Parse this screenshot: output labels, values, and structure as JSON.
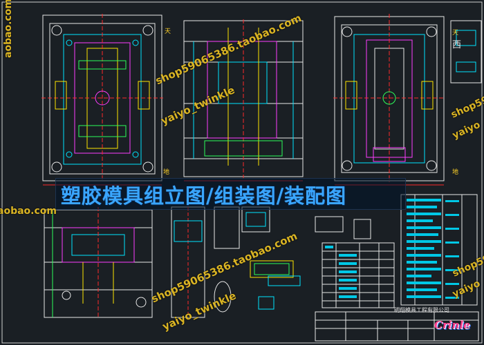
{
  "banner": {
    "title": "塑胶模具组立图/组装图/装配图"
  },
  "watermarks": {
    "w1": "shop59065386.taobao.com",
    "w2": "yaiyo_twinkle",
    "w3": "shop59065386.taobao.com",
    "w4": "yaiyo_twinkle",
    "w5": "aobao.com",
    "w6": "aobao.com",
    "w7": "shop59",
    "w8": "yaiyo",
    "w9": "shop59",
    "w10": "yaiyo"
  },
  "cad_labels": {
    "tian_left": "天",
    "di_left": "地",
    "tian_right": "天",
    "xi_right": "西",
    "di_right": "地"
  },
  "title_block": {
    "company": "明翔模具工程有限公司"
  },
  "logo": {
    "text": "Crinle"
  },
  "colors": {
    "background": "#1a1f24",
    "banner_text": "#3aa6ff",
    "watermark": "#ffd228",
    "cad_white": "#e8e8e8",
    "cad_cyan": "#00e5ff",
    "cad_magenta": "#ff3cff",
    "cad_yellow": "#ffe600",
    "cad_green": "#2cff5a",
    "cad_red": "#ff2a2a"
  }
}
